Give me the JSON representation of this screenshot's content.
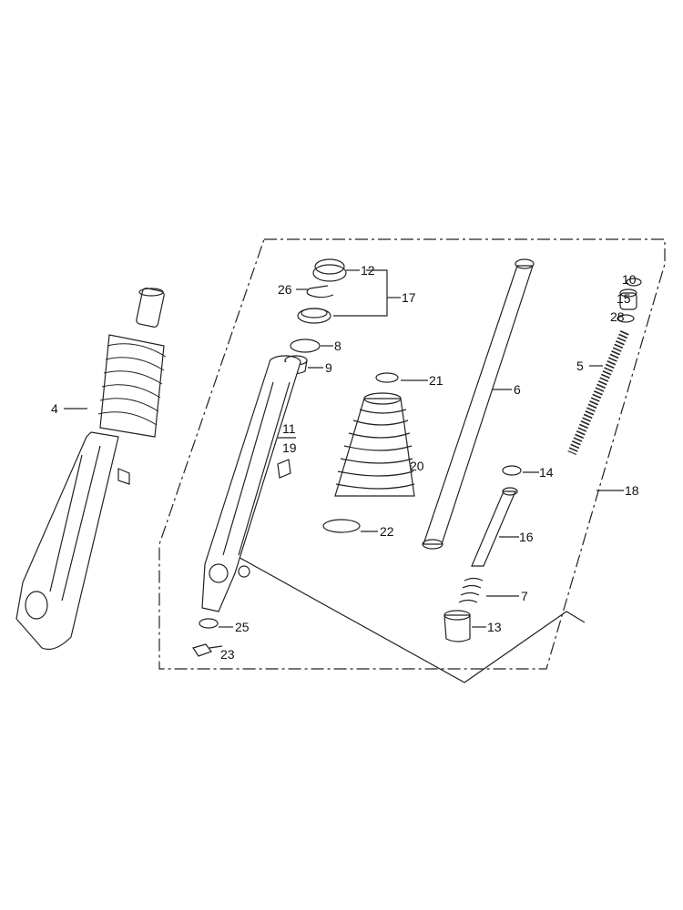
{
  "diagram": {
    "type": "exploded parts diagram - front fork",
    "callouts": [
      {
        "id": "4",
        "label": "4"
      },
      {
        "id": "12",
        "label": "12"
      },
      {
        "id": "26",
        "label": "26"
      },
      {
        "id": "17",
        "label": "17"
      },
      {
        "id": "8",
        "label": "8"
      },
      {
        "id": "9",
        "label": "9"
      },
      {
        "id": "21",
        "label": "21"
      },
      {
        "id": "6",
        "label": "6"
      },
      {
        "id": "11",
        "label": "11"
      },
      {
        "id": "19",
        "label": "19"
      },
      {
        "id": "20",
        "label": "20"
      },
      {
        "id": "22",
        "label": "22"
      },
      {
        "id": "10",
        "label": "10"
      },
      {
        "id": "15",
        "label": "15"
      },
      {
        "id": "28",
        "label": "28"
      },
      {
        "id": "5",
        "label": "5"
      },
      {
        "id": "14",
        "label": "14"
      },
      {
        "id": "18",
        "label": "18"
      },
      {
        "id": "16",
        "label": "16"
      },
      {
        "id": "7",
        "label": "7"
      },
      {
        "id": "13",
        "label": "13"
      },
      {
        "id": "25",
        "label": "25"
      },
      {
        "id": "23",
        "label": "23"
      }
    ]
  }
}
